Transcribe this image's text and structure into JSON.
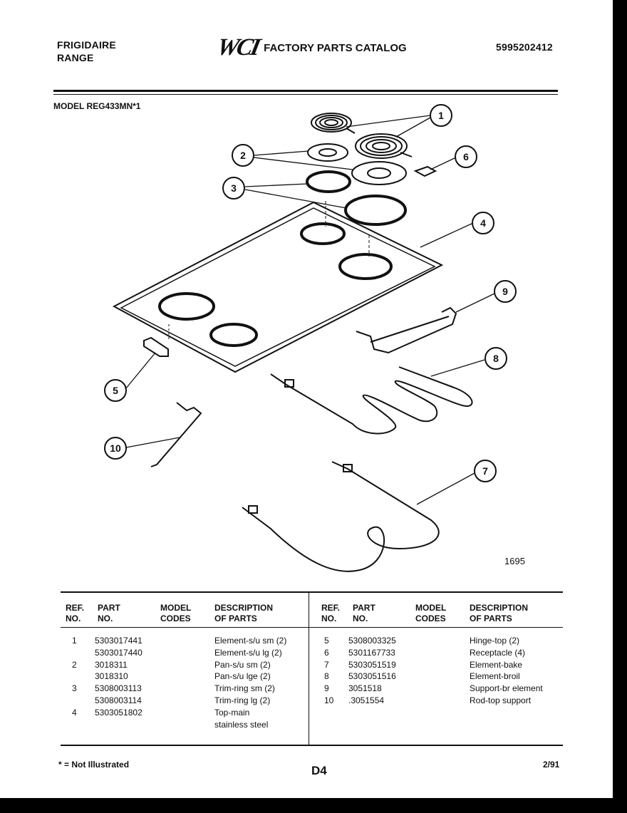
{
  "header": {
    "brand_line1": "FRIGIDAIRE",
    "brand_line2": "RANGE",
    "logo": "WCI",
    "catalog_title": "FACTORY PARTS CATALOG",
    "catalog_number": "5995202412"
  },
  "model_label": "MODEL REG433MN*1",
  "diagram": {
    "callouts": [
      "1",
      "2",
      "3",
      "4",
      "5",
      "6",
      "7",
      "8",
      "9",
      "10"
    ],
    "figure_number": "1695"
  },
  "table": {
    "headers_left": {
      "ref": "REF.\nNO.",
      "part": "PART\nNO.",
      "codes": "MODEL\nCODES",
      "desc": "DESCRIPTION\nOF PARTS"
    },
    "headers_right": {
      "ref": "REF.\nNO.",
      "part": "PART\nNO.",
      "codes": "MODEL\nCODES",
      "desc": "DESCRIPTION\nOF PARTS"
    },
    "left": {
      "refs": "1\n\n2\n\n3\n\n4",
      "parts": "5303017441\n5303017440\n3018311\n3018310\n5308003113\n5308003114\n5303051802",
      "descs": "Element-s/u sm (2)\nElement-s/u lg (2)\nPan-s/u sm (2)\nPan-s/u lge (2)\nTrim-ring sm (2)\nTrim-ring lg (2)\nTop-main\nstainless steel"
    },
    "right": {
      "refs": "5\n6\n7\n8\n9\n10",
      "parts": "5308003325\n5301167733\n5303051519\n5303051516\n3051518\n.3051554",
      "descs": "Hinge-top (2)\nReceptacle (4)\nElement-bake\nElement-broil\nSupport-br element\nRod-top support"
    }
  },
  "footer": {
    "note": "* = Not Illustrated",
    "page": "D4",
    "date": "2/91"
  }
}
